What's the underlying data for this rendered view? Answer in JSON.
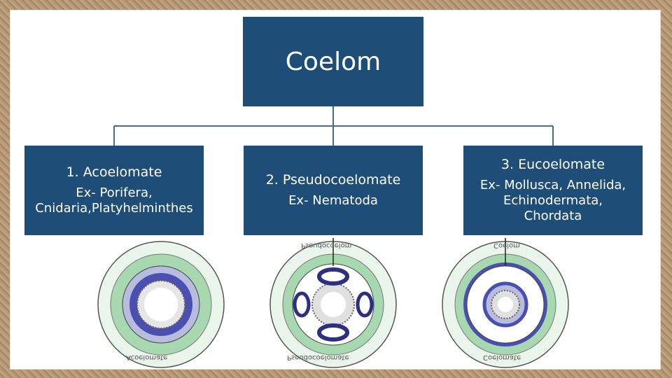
{
  "title": "Coelom",
  "categories": [
    {
      "heading": "1. Acoelomate",
      "example_line1": "Ex- Porifera,",
      "example_line2": "Cnidaria,Platyhelminthes",
      "example_line3": ""
    },
    {
      "heading": "2. Pseudocoelomate",
      "example_line1": "Ex- Nematoda",
      "example_line2": "",
      "example_line3": ""
    },
    {
      "heading": "3. Eucoelomate",
      "example_line1": "Ex- Mollusca, Annelida,",
      "example_line2": "Echinodermata,",
      "example_line3": "Chordata"
    }
  ],
  "diagram_labels": {
    "acoelomate_bottom": "Acoelomate",
    "pseudo_top": "Pseudocoelom",
    "pseudo_bottom": "Pseudocoelomate",
    "coelom_top": "Coelom",
    "coelom_bottom": "Coelomate"
  },
  "colors": {
    "box": "#1e4d78",
    "connector": "#4a6b8a",
    "mesoderm": "#4a4fb0",
    "gut": "#b8bde0",
    "cells": "#a8d8b0"
  }
}
